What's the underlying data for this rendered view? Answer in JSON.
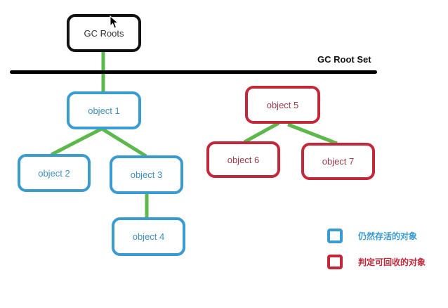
{
  "title": "GC Root Set reachability diagram",
  "root_set_label": "GC Root Set",
  "colors": {
    "root": "#111111",
    "alive": "#3a9ad2",
    "dead": "#c2283a",
    "edge": "#5cb84a"
  },
  "nodes": {
    "gc_roots": {
      "label": "GC Roots",
      "status": "root"
    },
    "object1": {
      "label": "object 1",
      "status": "alive"
    },
    "object2": {
      "label": "object 2",
      "status": "alive"
    },
    "object3": {
      "label": "object 3",
      "status": "alive"
    },
    "object4": {
      "label": "object 4",
      "status": "alive"
    },
    "object5": {
      "label": "object 5",
      "status": "dead"
    },
    "object6": {
      "label": "object 6",
      "status": "dead"
    },
    "object7": {
      "label": "object 7",
      "status": "dead"
    }
  },
  "edges": [
    {
      "from": "gc_roots",
      "to": "object1"
    },
    {
      "from": "object1",
      "to": "object2"
    },
    {
      "from": "object1",
      "to": "object3"
    },
    {
      "from": "object3",
      "to": "object4"
    },
    {
      "from": "object5",
      "to": "object6"
    },
    {
      "from": "object5",
      "to": "object7"
    }
  ],
  "legend": {
    "alive": {
      "label": "仍然存活的对象",
      "icon": "blue-square-icon"
    },
    "dead": {
      "label": "判定可回收的对象",
      "icon": "red-square-icon"
    }
  }
}
